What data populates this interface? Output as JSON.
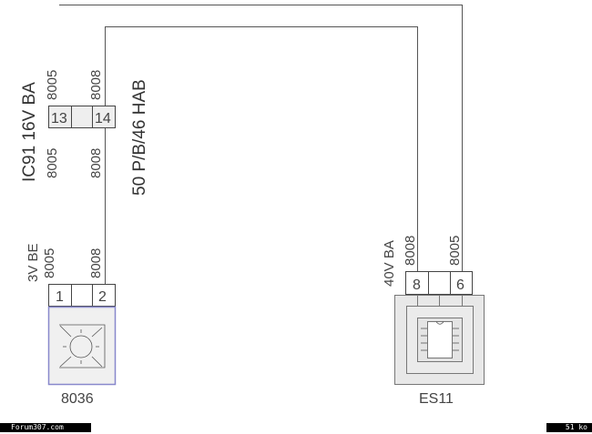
{
  "diagram": {
    "wires": [
      {
        "name": "wire-8005",
        "label": "8005"
      },
      {
        "name": "wire-8008",
        "label": "8008"
      }
    ],
    "harness_label": "50 P/B/46 HAB",
    "connector_ic91": {
      "label": "IC91 16V BA",
      "pins": [
        "13",
        "14"
      ],
      "wire_top_left": "8005",
      "wire_top_right": "8008",
      "wire_bottom_left": "8005",
      "wire_bottom_right": "8008"
    },
    "component_8036": {
      "id": "8036",
      "connector_label": "3V BE",
      "pins": [
        "1",
        "2"
      ],
      "wire_left": "8005",
      "wire_right": "8008",
      "icon": "sun-light-icon"
    },
    "component_es11": {
      "id": "ES11",
      "connector_label": "40V BA",
      "pins": [
        "8",
        "6"
      ],
      "wire_left": "8008",
      "wire_right": "8005",
      "icon": "ic-chip-icon"
    }
  },
  "footer": {
    "site": "Forum307.com",
    "size": "51 ko"
  }
}
